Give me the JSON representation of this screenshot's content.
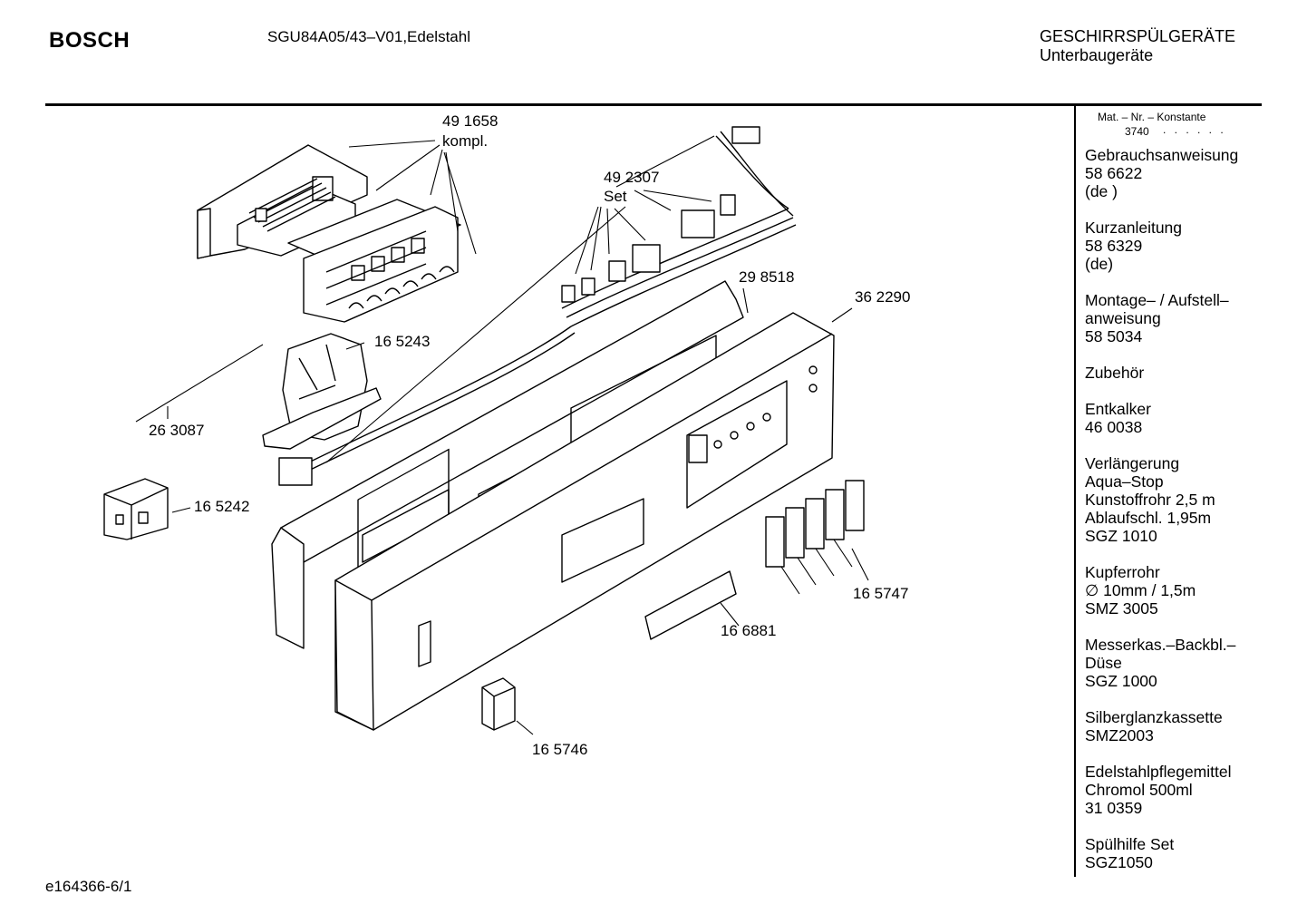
{
  "header": {
    "brand": "BOSCH",
    "model": "SGU84A05/43–V01,Edelstahl",
    "category_line1": "GESCHIRRSPÜLGERÄTE",
    "category_line2": "Unterbaugeräte"
  },
  "sidebar": {
    "mat_header": "Mat. – Nr. – Konstante",
    "mat_value": "3740",
    "mat_dots": ". . . . . .",
    "items": [
      {
        "lines": [
          "Gebrauchsanweisung",
          "58 6622",
          "(de )"
        ]
      },
      {
        "lines": [
          "Kurzanleitung",
          "58 6329",
          "(de)"
        ]
      },
      {
        "lines": [
          "Montage– / Aufstell–",
          "anweisung",
          "58 5034"
        ]
      },
      {
        "lines": [
          "Zubehör"
        ]
      },
      {
        "lines": [
          "Entkalker",
          "46 0038"
        ]
      },
      {
        "lines": [
          "Verlängerung",
          "Aqua–Stop",
          "Kunstoffrohr 2,5 m",
          "Ablaufschl. 1,95m",
          "SGZ 1010"
        ]
      },
      {
        "lines": [
          "Kupferrohr",
          "∅ 10mm / 1,5m",
          "SMZ 3005"
        ]
      },
      {
        "lines": [
          "Messerkas.–Backbl.–",
          "Düse",
          "SGZ 1000"
        ]
      },
      {
        "lines": [
          "Silberglanzkassette",
          "SMZ2003"
        ]
      },
      {
        "lines": [
          "Edelstahlpflegemittel",
          "Chromol 500ml",
          "31 0359"
        ]
      },
      {
        "lines": [
          "Spülhilfe Set",
          "SGZ1050"
        ]
      }
    ]
  },
  "parts": [
    {
      "id": "p491658",
      "number": "49 1658",
      "note": "kompl."
    },
    {
      "id": "p492307",
      "number": "49 2307",
      "note": "Set"
    },
    {
      "id": "p298518",
      "number": "29 8518"
    },
    {
      "id": "p362290",
      "number": "36 2290"
    },
    {
      "id": "p165243",
      "number": "16 5243"
    },
    {
      "id": "p263087",
      "number": "26 3087"
    },
    {
      "id": "p165242",
      "number": "16 5242"
    },
    {
      "id": "p165747",
      "number": "16 5747"
    },
    {
      "id": "p166881",
      "number": "16 6881"
    },
    {
      "id": "p165746",
      "number": "16 5746"
    }
  ],
  "footer": {
    "code": "e164366-6/1"
  }
}
